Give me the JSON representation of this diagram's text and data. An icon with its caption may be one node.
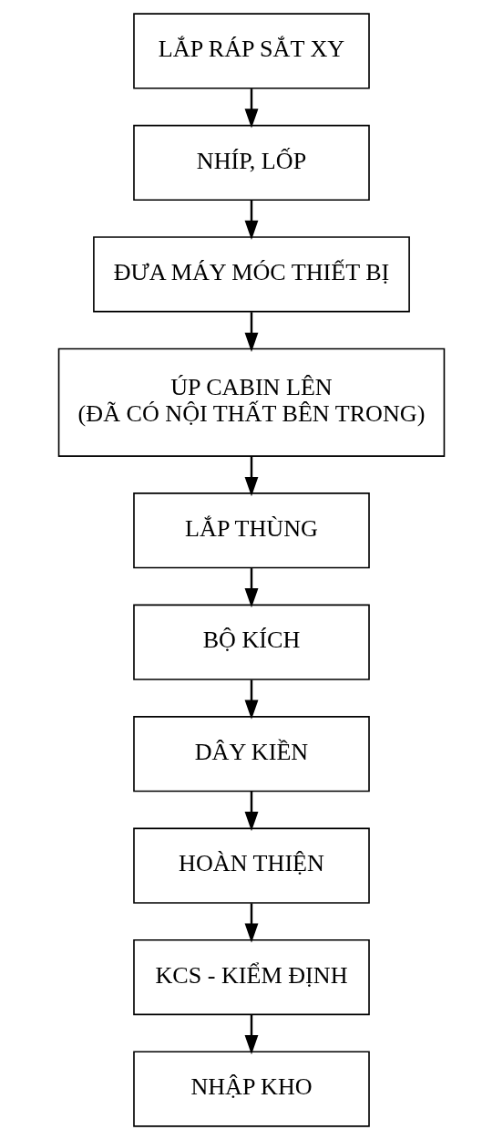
{
  "diagram": {
    "nodes": [
      {
        "text": [
          "LẮP RÁP SẮT XY"
        ]
      },
      {
        "text": [
          "NHÍP, LỐP"
        ]
      },
      {
        "text": [
          "ĐƯA MÁY MÓC THIẾT BỊ"
        ]
      },
      {
        "text": [
          "ÚP CABIN LÊN",
          "(ĐÃ CÓ NỘI THẤT BÊN TRONG)"
        ]
      },
      {
        "text": [
          "LẮP THÙNG"
        ]
      },
      {
        "text": [
          "BỘ KÍCH"
        ]
      },
      {
        "text": [
          "DÂY KIỀN"
        ]
      },
      {
        "text": [
          "HOÀN THIỆN"
        ]
      },
      {
        "text": [
          "KCS - KIỂM ĐỊNH"
        ]
      },
      {
        "text": [
          "NHẬP KHO"
        ]
      }
    ],
    "edges": [
      {
        "from": 0,
        "to": 1,
        "arrow": "to"
      },
      {
        "from": 1,
        "to": 2,
        "arrow": "to"
      },
      {
        "from": 2,
        "to": 3,
        "arrow": "to"
      },
      {
        "from": 3,
        "to": 4,
        "arrow": "to"
      },
      {
        "from": 4,
        "to": 5,
        "arrow": "to"
      },
      {
        "from": 5,
        "to": 6,
        "arrow": "to"
      },
      {
        "from": 6,
        "to": 7,
        "arrow": "to"
      },
      {
        "from": 7,
        "to": 8,
        "arrow": "to"
      },
      {
        "from": 8,
        "to": 9,
        "arrow": "to"
      }
    ]
  }
}
